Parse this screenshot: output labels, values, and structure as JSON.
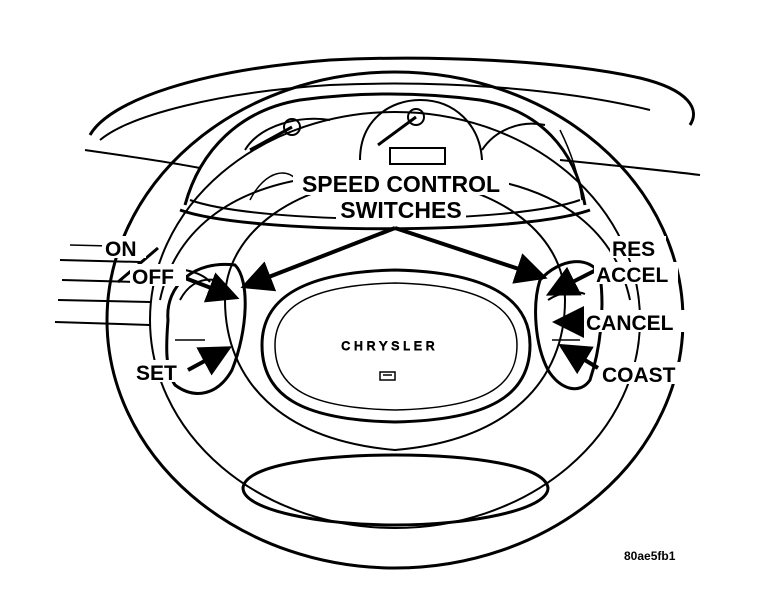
{
  "callouts": {
    "title_line1": "SPEED CONTROL",
    "title_line2": "SWITCHES",
    "on": "ON",
    "off": "OFF",
    "set": "SET",
    "res": "RES",
    "accel": "ACCEL",
    "cancel": "CANCEL",
    "coast": "COAST"
  },
  "hub_logo": "CHRYSLER",
  "figure_id": "80ae5fb1"
}
